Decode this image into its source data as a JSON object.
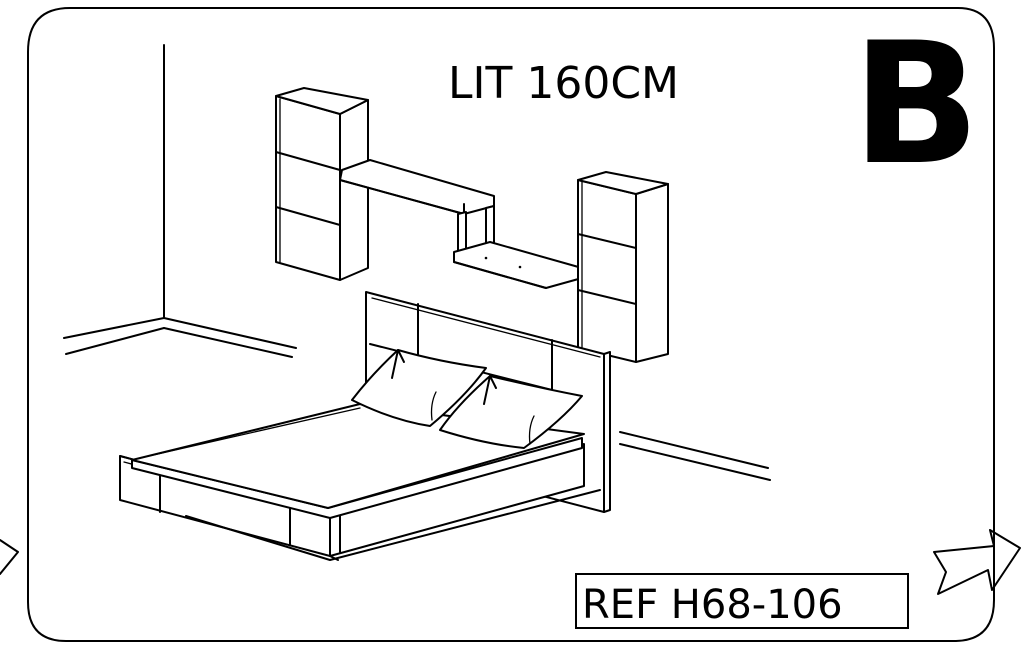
{
  "sheet": {
    "title": "LIT 160CM",
    "variant_letter": "B",
    "reference": "REF H68-106"
  },
  "icons": {
    "previous": "outline-arrow-left-icon",
    "next": "outline-arrow-right-icon"
  },
  "colors": {
    "ink": "#000000",
    "paper": "#ffffff"
  }
}
